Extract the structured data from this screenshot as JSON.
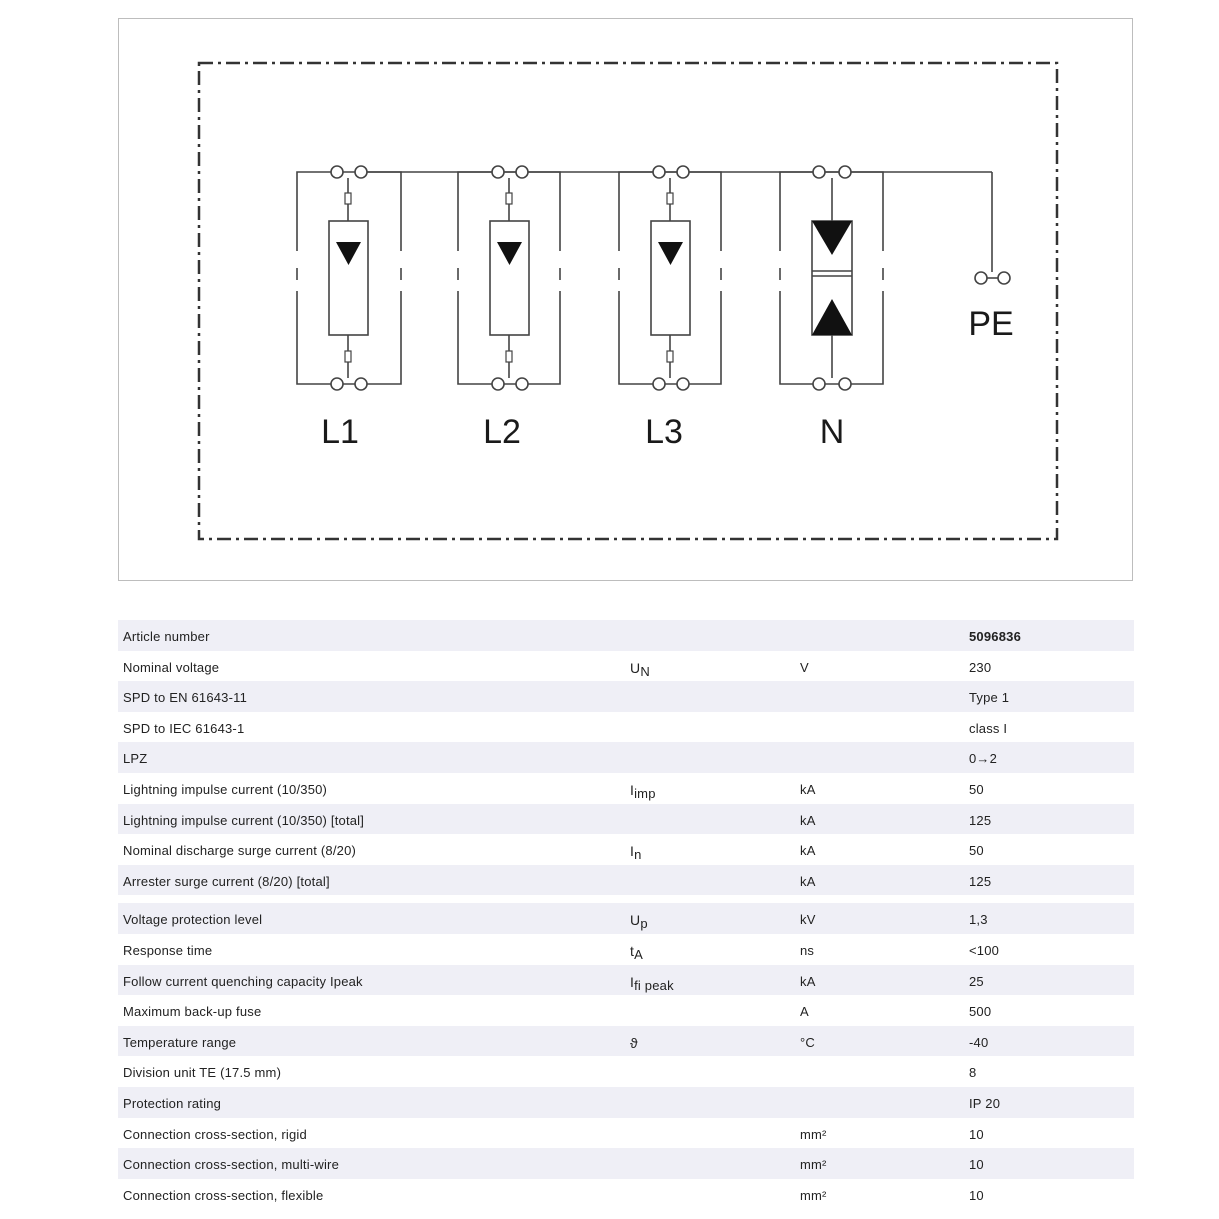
{
  "diagram": {
    "labels": {
      "l1": "L1",
      "l2": "L2",
      "l3": "L3",
      "n": "N",
      "pe": "PE"
    }
  },
  "specs": [
    {
      "label": "Article number",
      "symbol": "",
      "sub": "",
      "unit": "",
      "value": "5096836"
    },
    {
      "label": "Nominal voltage",
      "symbol": "U",
      "sub": "N",
      "unit": "V",
      "value": "230"
    },
    {
      "label": "SPD to EN 61643-11",
      "symbol": "",
      "sub": "",
      "unit": "",
      "value": "Type 1"
    },
    {
      "label": "SPD to IEC 61643-1",
      "symbol": "",
      "sub": "",
      "unit": "",
      "value": "class I"
    },
    {
      "label": "LPZ",
      "symbol": "",
      "sub": "",
      "unit": "",
      "value": "0→2"
    },
    {
      "label": "Lightning impulse current (10/350)",
      "symbol": "I",
      "sub": "imp",
      "unit": "kA",
      "value": "50"
    },
    {
      "label": "Lightning impulse current (10/350) [total]",
      "symbol": "",
      "sub": "",
      "unit": "kA",
      "value": "125"
    },
    {
      "label": "Nominal discharge surge current (8/20)",
      "symbol": "I",
      "sub": "n",
      "unit": "kA",
      "value": "50"
    },
    {
      "label": "Arrester surge current (8/20) [total]",
      "symbol": "",
      "sub": "",
      "unit": "kA",
      "value": "125"
    },
    {
      "label": "Voltage protection level",
      "symbol": "U",
      "sub": "p",
      "unit": "kV",
      "value": "1,3"
    },
    {
      "label": "Response time",
      "symbol": "t",
      "sub": "A",
      "unit": "ns",
      "value": "<100"
    },
    {
      "label": "Follow current quenching capacity Ipeak",
      "symbol": "I",
      "sub": "fi peak",
      "unit": "kA",
      "value": "25"
    },
    {
      "label": "Maximum back-up fuse",
      "symbol": "",
      "sub": "",
      "unit": "A",
      "value": "500"
    },
    {
      "label": "Temperature range",
      "symbol": "ϑ",
      "sub": "",
      "unit": "°C",
      "value": "-40"
    },
    {
      "label": "Division unit TE (17.5 mm)",
      "symbol": "",
      "sub": "",
      "unit": "",
      "value": "8"
    },
    {
      "label": "Protection rating",
      "symbol": "",
      "sub": "",
      "unit": "",
      "value": "IP 20"
    },
    {
      "label": "Connection cross-section, rigid",
      "symbol": "",
      "sub": "",
      "unit": "mm²",
      "value": "10"
    },
    {
      "label": "Connection cross-section, multi-wire",
      "symbol": "",
      "sub": "",
      "unit": "mm²",
      "value": "10"
    },
    {
      "label": "Connection cross-section, flexible",
      "symbol": "",
      "sub": "",
      "unit": "mm²",
      "value": "10"
    }
  ]
}
